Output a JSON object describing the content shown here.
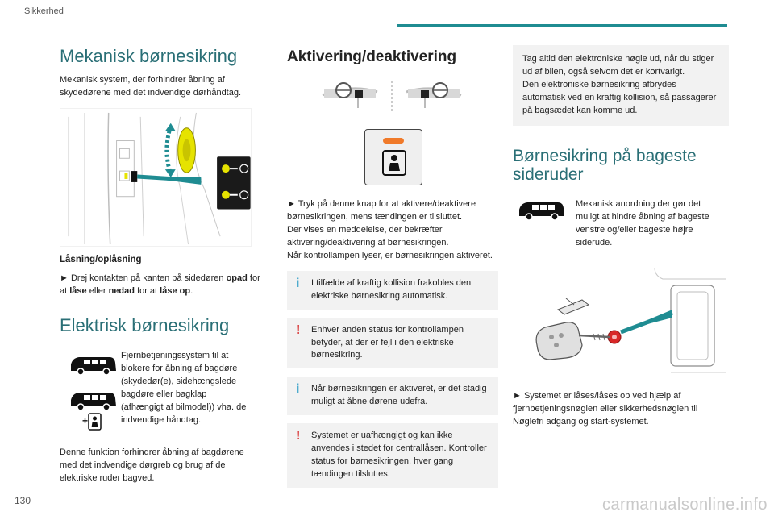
{
  "header": {
    "section": "Sikkerhed",
    "accent_color": "#1f8c92"
  },
  "page_number": "130",
  "watermark": "carmanualsonline.info",
  "col1": {
    "title": "Mekanisk børnesikring",
    "intro": "Mekanisk system, der forhindrer åbning af skydedørene med det indvendige dørhåndtag.",
    "subheading": "Låsning/oplåsning",
    "instruction_pre": "► Drej kontakten på kanten på sidedøren ",
    "instruction_b1": "opad",
    "instruction_mid1": " for at ",
    "instruction_b2": "låse",
    "instruction_mid2": " eller ",
    "instruction_b3": "nedad",
    "instruction_mid3": " for at ",
    "instruction_b4": "låse op",
    "instruction_end": ".",
    "elec_title": "Elektrisk børnesikring",
    "elec_desc": "Fjernbetjeningssystem til at blokere for åbning af bagdøre (skydedør(e), sidehængslede bagdøre eller bagklap (afhængigt af bilmodel)) vha. de indvendige håndtag.",
    "elec_summary": "Denne funktion forhindrer åbning af bagdørene med det indvendige dørgreb og brug af de elektriske ruder bagved."
  },
  "col2": {
    "title": "Aktivering/deaktivering",
    "instruction": "► Tryk på denne knap for at aktivere/deaktivere børnesikringen, mens tændingen er tilsluttet.",
    "message": "Der vises en meddelelse, der bekræfter aktivering/deaktivering af børnesikringen.",
    "lamp": "Når kontrollampen lyser, er børnesikringen aktiveret.",
    "notes": [
      {
        "type": "info",
        "text": "I tilfælde af kraftig kollision frakobles den elektriske børnesikring automatisk."
      },
      {
        "type": "warn",
        "text": "Enhver anden status for kontrollampen betyder, at der er fejl i den elektriske børnesikring."
      },
      {
        "type": "info",
        "text": "Når børnesikringen er aktiveret, er det stadig muligt at åbne dørene udefra."
      },
      {
        "type": "warn",
        "text": "Systemet er uafhængigt og kan ikke anvendes i stedet for centrallåsen. Kontroller status for børnesikringen, hver gang tændingen tilsluttes."
      }
    ],
    "lamp_color": "#f07a2a"
  },
  "col3": {
    "note_line1": "Tag altid den elektroniske nøgle ud, når du stiger ud af bilen, også selvom det er kortvarigt.",
    "note_line2": "Den elektroniske børnesikring afbrydes automatisk ved en kraftig kollision, så passagerer på bagsædet kan komme ud.",
    "title": "Børnesikring på bageste sideruder",
    "desc": "Mekanisk anordning der gør det muligt at hindre åbning af bageste venstre og/eller bageste højre siderude.",
    "instruction": "► Systemet er låses/låses op ved hjælp af fjernbetjeningsnøglen eller sikkerhedsnøglen til Nøglefri adgang og start-systemet."
  },
  "icons": [
    "child-lock-icon",
    "van-icon",
    "steering-wheel-icon",
    "info-icon",
    "warning-icon",
    "key-icon"
  ]
}
